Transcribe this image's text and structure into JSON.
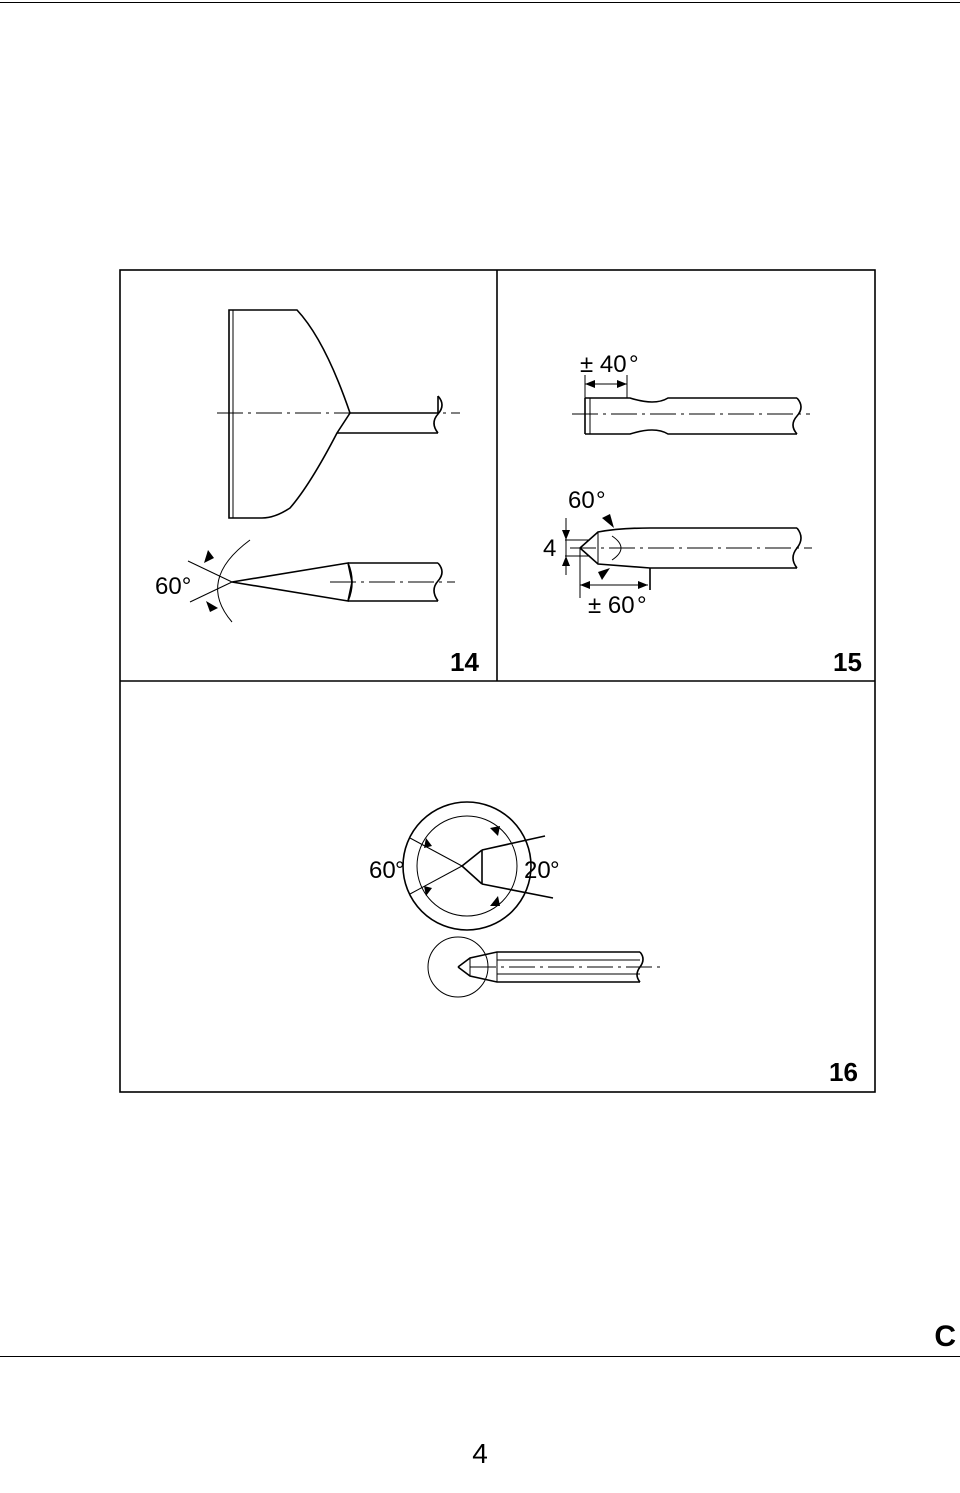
{
  "figures": [
    {
      "number": "14",
      "labels": {
        "angle": "60°"
      }
    },
    {
      "number": "15",
      "labels": {
        "top_angle": "± 40",
        "tip_angle": "60",
        "width": "4",
        "bottom_angle": "± 60"
      }
    },
    {
      "number": "16",
      "labels": {
        "left_angle": "60",
        "right_angle": "20"
      }
    }
  ],
  "footer": {
    "section_letter": "C",
    "page_number": "4"
  }
}
